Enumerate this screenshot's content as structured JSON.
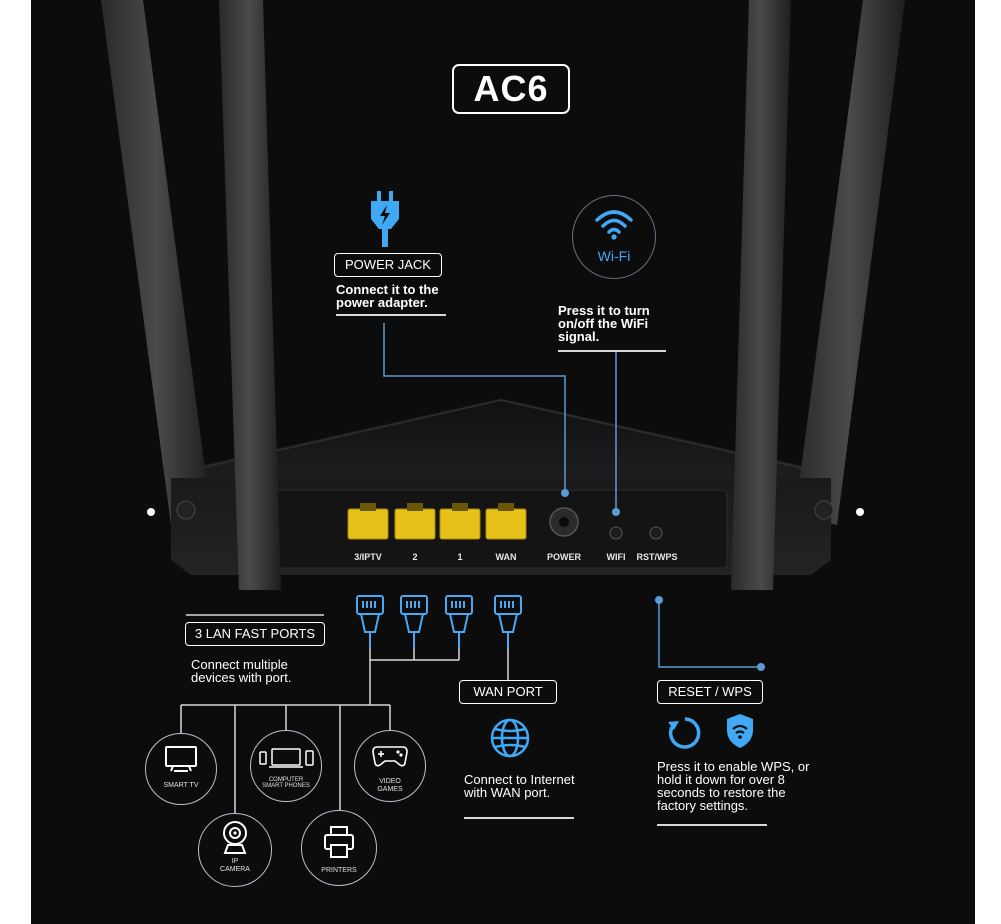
{
  "product": {
    "model": "AC6"
  },
  "power_jack": {
    "badge": "POWER JACK",
    "desc": "Connect it to the\npower adapter."
  },
  "wifi": {
    "icon_label": "Wi-Fi",
    "desc": "Press it to turn\non/off the WiFi\nsignal."
  },
  "ports": [
    "3/IPTV",
    "2",
    "1",
    "WAN",
    "POWER",
    "WIFI",
    "RST/WPS"
  ],
  "lan": {
    "badge": "3 LAN FAST PORTS",
    "desc": "Connect multiple\ndevices with port."
  },
  "wan": {
    "badge": "WAN PORT",
    "desc": "Connect to Internet\nwith WAN port."
  },
  "reset": {
    "badge": "RESET / WPS",
    "desc": "Press it to enable WPS, or\nhold it down for over 8\nseconds to restore the\nfactory settings."
  },
  "devices": {
    "smart_tv": "SMART TV",
    "computer": "COMPUTER\nSMART PHONES",
    "video_games": "VIDEO\nGAMES",
    "ip_camera": "IP\nCAMERA",
    "printers": "PRINTERS"
  },
  "colors": {
    "accent": "#5b9bd5",
    "icon_blue": "#3fa9f5",
    "port_yellow": "#e6c21a",
    "background": "#0c0c0d"
  }
}
